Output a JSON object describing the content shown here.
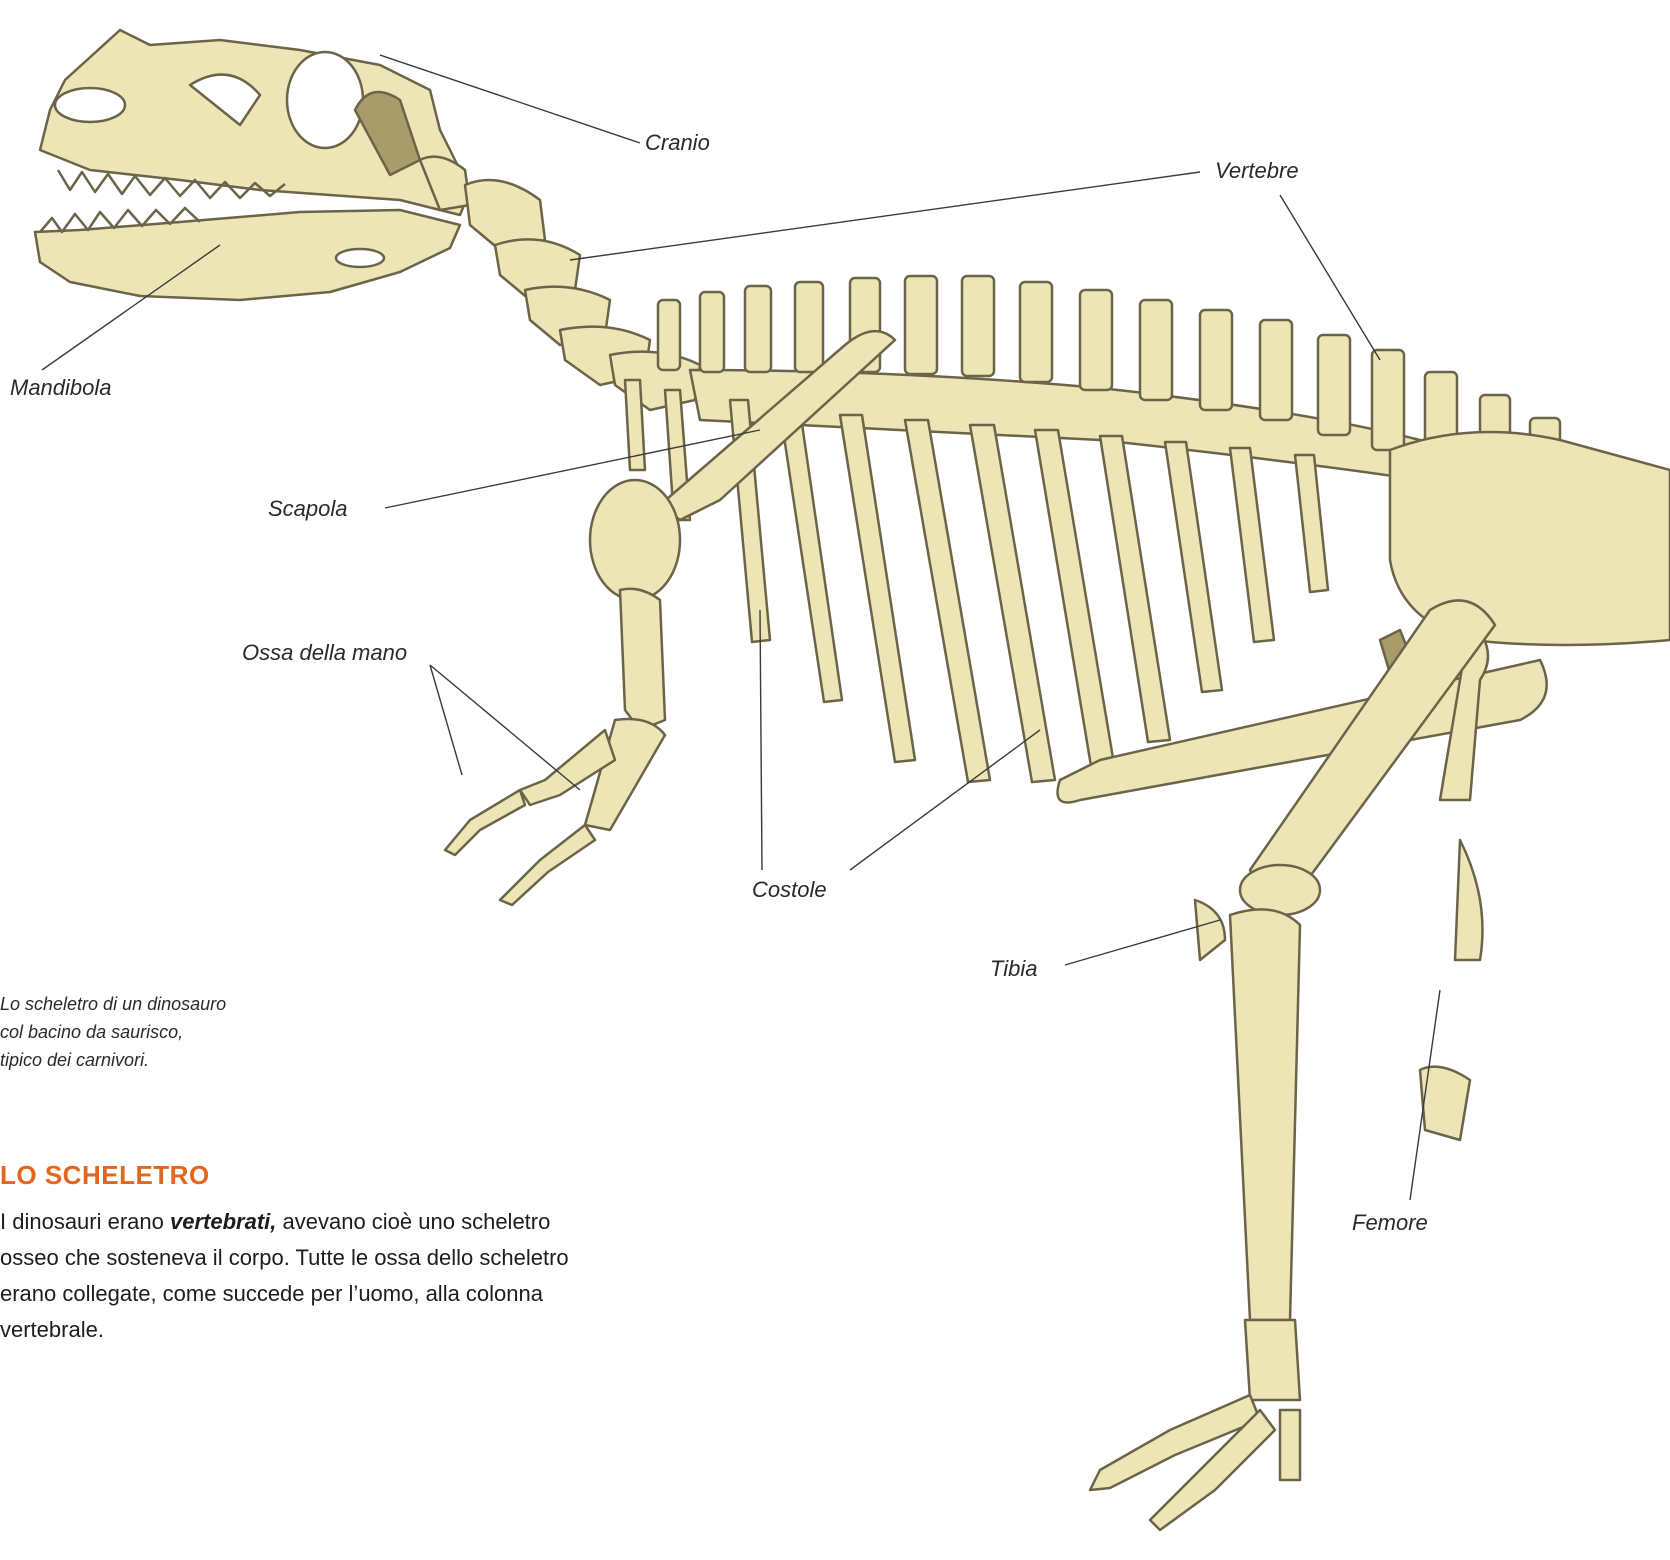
{
  "labels": {
    "cranio": "Cranio",
    "vertebre": "Vertebre",
    "mandibola": "Mandibola",
    "scapola": "Scapola",
    "ossa_mano": "Ossa della mano",
    "costole": "Costole",
    "tibia": "Tibia",
    "femore": "Femore"
  },
  "caption": {
    "line1": "Lo scheletro di un dinosauro",
    "line2": "col bacino da saurisco,",
    "line3": "tipico dei carnivori."
  },
  "section": {
    "heading": "LO SCHELETRO",
    "line1_pre": "I dinosauri erano ",
    "line1_em": "vertebrati,",
    "line1_post": " avevano cioè uno scheletro",
    "line2": "osseo che sosteneva il corpo. Tutte le ossa dello scheletro",
    "line3": "erano collegate, come succede per l’uomo, alla colonna",
    "line4": "vertebrale."
  },
  "colors": {
    "bone_fill": "#ede5b6",
    "bone_stroke": "#6b6448",
    "bone_shadow": "#a79c6a",
    "leader_line": "#3a3a3a",
    "heading": "#e2661e"
  }
}
